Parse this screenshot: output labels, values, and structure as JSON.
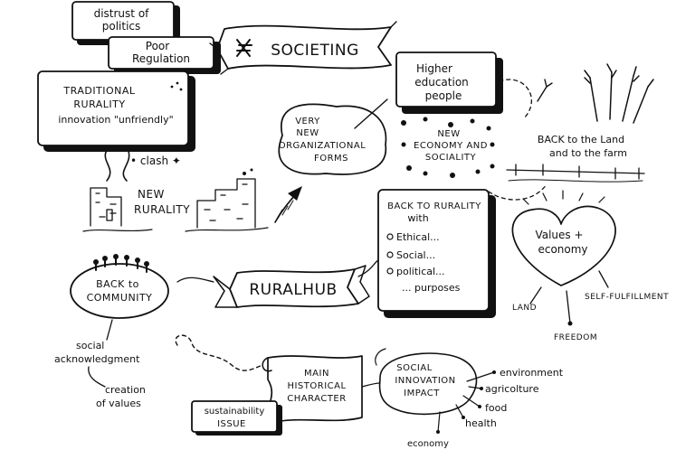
{
  "nodes": {
    "distrust": [
      "distrust of",
      "politics"
    ],
    "poor_regulation": [
      "Poor",
      "Regulation"
    ],
    "traditional": {
      "title": [
        "TRADITIONAL",
        "RURALITY"
      ],
      "subtitle": "innovation \"unfriendly\""
    },
    "clash": "clash",
    "new_rurality": [
      "NEW",
      "RURALITY"
    ],
    "societing": "SOCIETING",
    "very_new": [
      "VERY",
      "NEW",
      "ORGANIZATIONAL",
      "FORMS"
    ],
    "higher_education": [
      "Higher",
      "education",
      "people"
    ],
    "new_economy": [
      "NEW",
      "ECONOMY AND",
      "SOCIALITY"
    ],
    "back_to_land": [
      "BACK to the Land",
      "and to the farm"
    ],
    "back_to_rurality": {
      "title": [
        "BACK TO RURALITY",
        "with"
      ],
      "items": [
        "Ethical...",
        "Social...",
        "political...",
        "... purposes"
      ]
    },
    "values_economy": [
      "Values +",
      "economy"
    ],
    "land": "LAND",
    "self_fulfillment": "SELF-FULFILLMENT",
    "freedom": "FREEDOM",
    "ruralhub": "RURALHUB",
    "back_to_community": [
      "BACK to",
      "COMMUNITY"
    ],
    "social_ack": [
      "social",
      "acknowledgment"
    ],
    "creation_values": [
      "creation",
      "of values"
    ],
    "main_historical": [
      "MAIN",
      "HISTORICAL",
      "CHARACTER"
    ],
    "sustainability": [
      "sustainability",
      "ISSUE"
    ],
    "social_innovation": [
      "SOCIAL",
      "INNOVATION",
      "IMPACT"
    ],
    "impacts": [
      "environment",
      "agricolture",
      "food",
      "health",
      "economy"
    ]
  }
}
